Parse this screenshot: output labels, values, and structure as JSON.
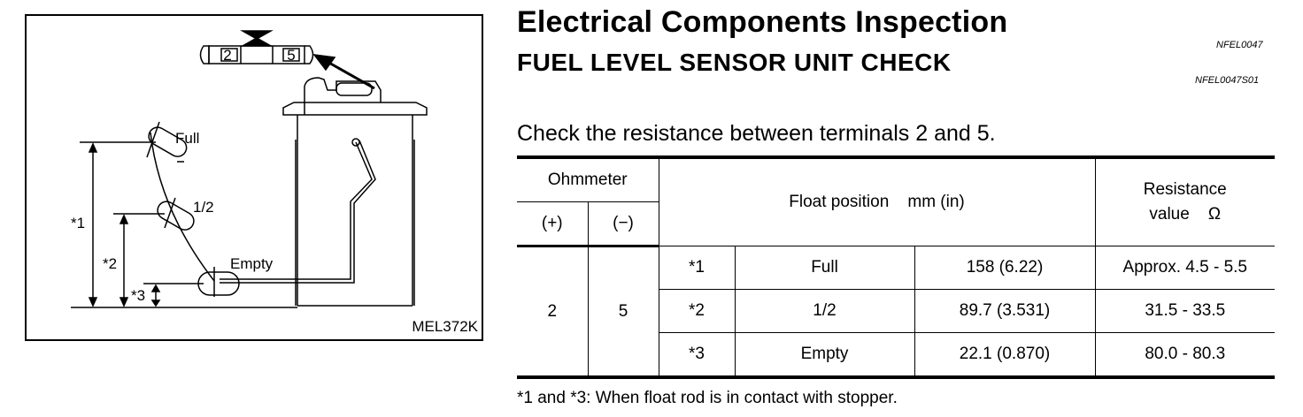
{
  "figure": {
    "connector_terminals": [
      "2",
      "5"
    ],
    "float_labels": [
      "Full",
      "1/2",
      "Empty"
    ],
    "dimension_labels": [
      "*1",
      "*2",
      "*3"
    ],
    "code": "MEL372K"
  },
  "header": {
    "title": "Electrical Components Inspection",
    "ref1": "NFEL0047",
    "subtitle": "FUEL LEVEL SENSOR UNIT CHECK",
    "ref2": "NFEL0047S01"
  },
  "instruction": "Check the resistance between terminals 2 and 5.",
  "table": {
    "ohmmeter_header": "Ohmmeter",
    "plus_header": "(+)",
    "minus_header": "(−)",
    "float_header": "Float position    mm (in)",
    "resistance_header_line1": "Resistance",
    "resistance_header_line2": "value    Ω",
    "plus_value": "2",
    "minus_value": "5",
    "rows": [
      {
        "mark": "*1",
        "position": "Full",
        "height": "158 (6.22)",
        "resistance": "Approx. 4.5 - 5.5"
      },
      {
        "mark": "*2",
        "position": "1/2",
        "height": "89.7 (3.531)",
        "resistance": "31.5 - 33.5"
      },
      {
        "mark": "*3",
        "position": "Empty",
        "height": "22.1 (0.870)",
        "resistance": "80.0 - 80.3"
      }
    ]
  },
  "footnote": "*1 and *3: When float rod is in contact with stopper."
}
